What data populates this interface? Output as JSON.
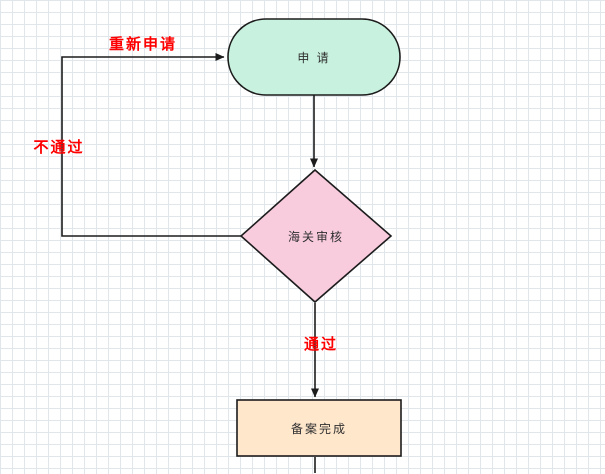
{
  "diagram": {
    "nodes": {
      "apply": {
        "label": "申 请"
      },
      "review": {
        "label": "海关审核"
      },
      "complete": {
        "label": "备案完成"
      }
    },
    "edge_labels": {
      "pass": "通过",
      "fail": "不通过",
      "reapply": "重新申请"
    },
    "colors": {
      "apply_fill": "#c8f2df",
      "review_fill": "#f8cbdd",
      "complete_fill": "#ffe7cc",
      "stroke": "#1c1c1c",
      "edge_label": "#ff0000"
    }
  }
}
